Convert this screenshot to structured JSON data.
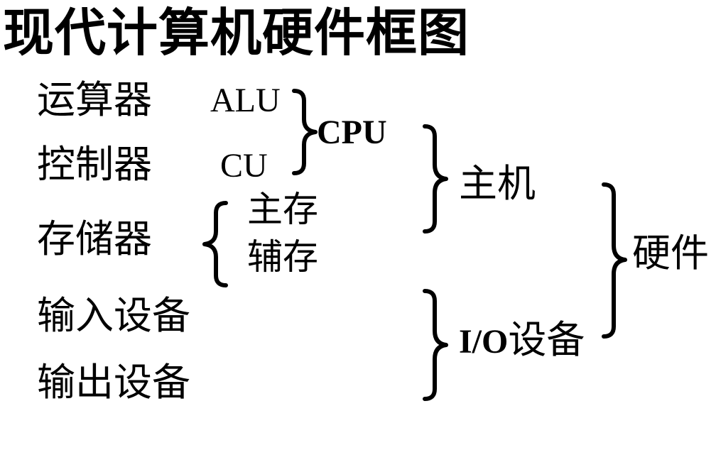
{
  "title": "现代计算机硬件框图",
  "components": {
    "alu_cn": "运算器",
    "cu_cn": "控制器",
    "memory_cn": "存储器",
    "input_cn": "输入设备",
    "output_cn": "输出设备"
  },
  "abbreviations": {
    "alu": "ALU",
    "cu": "CU"
  },
  "memory_parts": {
    "main": "主存",
    "aux": "辅存"
  },
  "groups": {
    "cpu": "CPU",
    "host": "主机",
    "io_prefix": "I/O",
    "io_suffix": "设备",
    "hardware": "硬件"
  }
}
